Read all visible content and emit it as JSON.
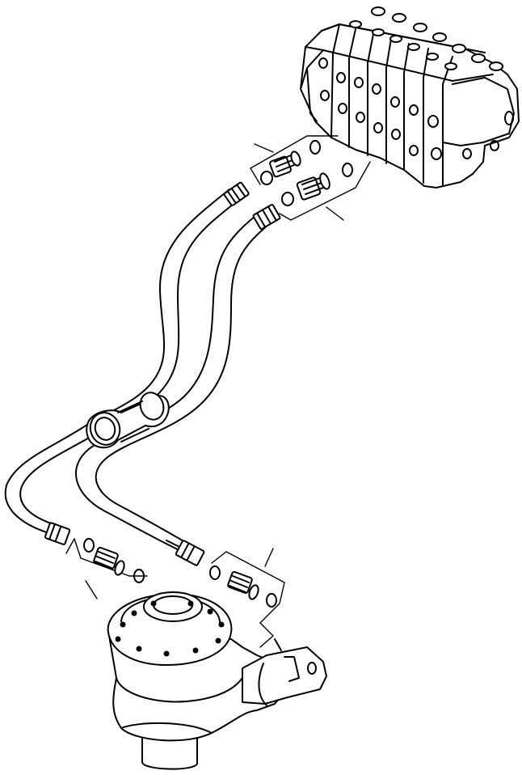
{
  "figure": {
    "kind": "hydraulic-hose-exploded-view",
    "labels_present": false
  },
  "components": [
    {
      "id": "control-valve",
      "label": ""
    },
    {
      "id": "hose-a",
      "label": ""
    },
    {
      "id": "hose-b",
      "label": ""
    },
    {
      "id": "hose-clamp",
      "label": ""
    },
    {
      "id": "upper-fitting-group-a",
      "label": ""
    },
    {
      "id": "upper-fitting-group-b",
      "label": ""
    },
    {
      "id": "lower-fitting-group-a",
      "label": ""
    },
    {
      "id": "lower-fitting-group-b",
      "label": ""
    },
    {
      "id": "swing-motor",
      "label": ""
    }
  ]
}
